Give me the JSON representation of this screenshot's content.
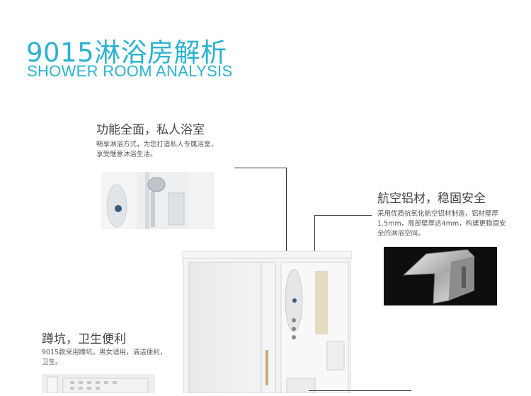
{
  "header": {
    "title_cn": "9015淋浴房解析",
    "title_en": "SHOWER ROOM ANALYSIS"
  },
  "features": [
    {
      "title": "功能全面，私人浴室",
      "desc_lines": [
        "畅享淋浴方式，为您打造私人专属浴室，",
        "享受惬意沐浴生活。"
      ]
    },
    {
      "title": "航空铝材，稳固安全",
      "desc_lines": [
        "采用优质抗氧化航空铝材制造，铝材壁厚",
        "1.5mm，局部壁厚达4mm，构建更稳固安",
        "全的淋浴空间。"
      ]
    },
    {
      "title": "蹲坑，卫生便利",
      "desc_lines": [
        "9015款采用蹲坑，男女适用，清洁便利，",
        "卫生。"
      ]
    }
  ],
  "colors": {
    "accent": "#2ab3cf",
    "text": "#444444"
  }
}
